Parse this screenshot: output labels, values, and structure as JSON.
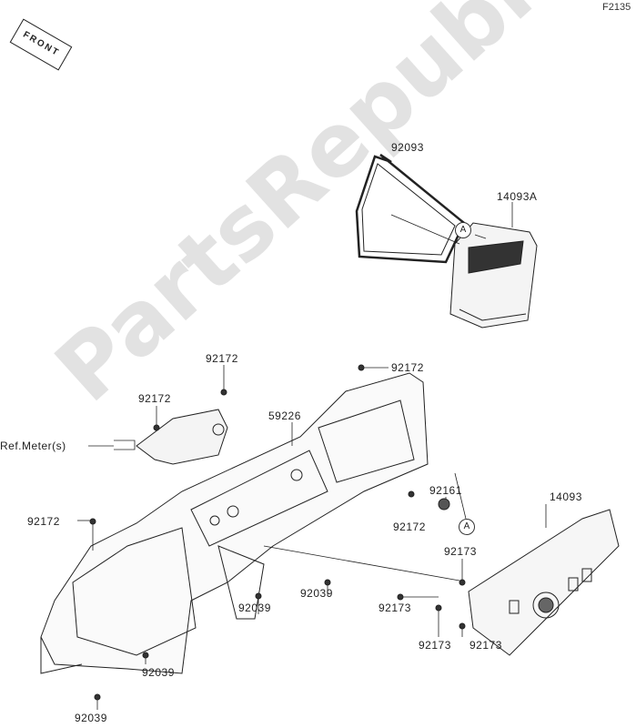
{
  "figure_code": "F2135",
  "front_marker": "FRONT",
  "watermark": "PartsRepublik",
  "callouts": {
    "ref_a_top": "A",
    "ref_a_mid": "A"
  },
  "parts": {
    "p92093": "92093",
    "p14093A": "14093A",
    "p92172_a": "92172",
    "p92172_b": "92172",
    "p92172_c": "92172",
    "p92172_d": "92172",
    "p92172_e": "92172",
    "p59226": "59226",
    "ref_meter": "Ref.Meter(s)",
    "p92161": "92161",
    "p14093": "14093",
    "p92173_a": "92173",
    "p92173_b": "92173",
    "p92173_c": "92173",
    "p92173_d": "92173",
    "p92039_a": "92039",
    "p92039_b": "92039",
    "p92039_c": "92039",
    "p92039_d": "92039"
  }
}
